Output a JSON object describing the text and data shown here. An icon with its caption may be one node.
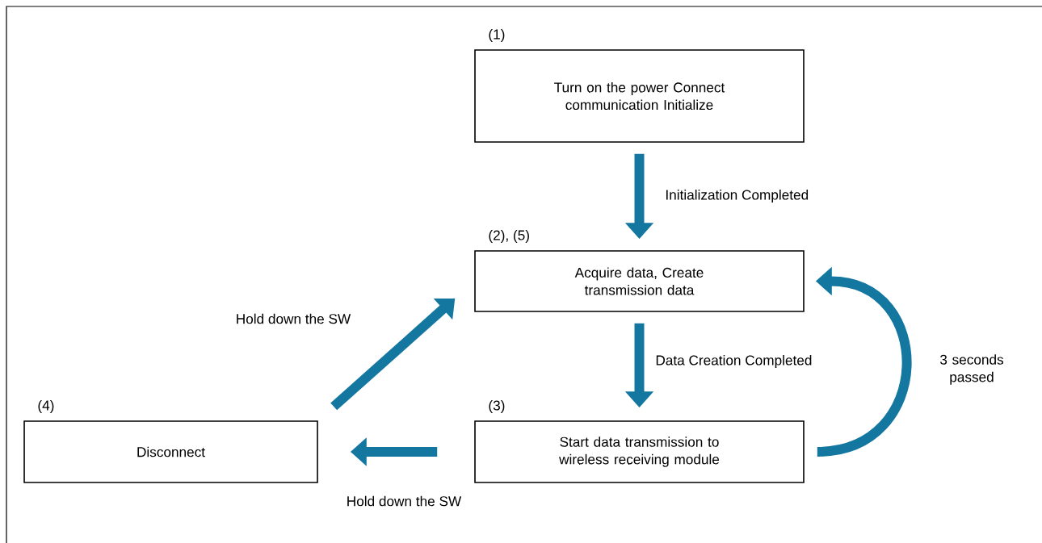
{
  "diagram": {
    "nodes": [
      {
        "text": [
          "Turn on the power Connect communication Initialize"
        ],
        "beside": [
          "(1)"
        ]
      },
      {
        "text": [
          "Acquire data, Create transmission data"
        ],
        "beside": [
          "(2), (5)"
        ]
      },
      {
        "text": [
          "Start data transmission to wireless receiving module"
        ],
        "beside": [
          "(3)"
        ]
      },
      {
        "text": [
          "Disconnect"
        ],
        "beside": [
          "(4)"
        ]
      }
    ],
    "edges": [
      {
        "from": 0,
        "to": 1,
        "arrow": "to",
        "label": "Initialization Completed"
      },
      {
        "from": 1,
        "to": 2,
        "arrow": "to",
        "label": "Data Creation Completed"
      },
      {
        "from": 2,
        "to": 3,
        "arrow": "to",
        "label": "Hold down the SW"
      },
      {
        "from": 3,
        "to": 1,
        "arrow": "to",
        "label": "Hold down the SW"
      },
      {
        "from": 2,
        "to": 1,
        "arrow": "to",
        "label": "3 seconds passed"
      }
    ]
  }
}
